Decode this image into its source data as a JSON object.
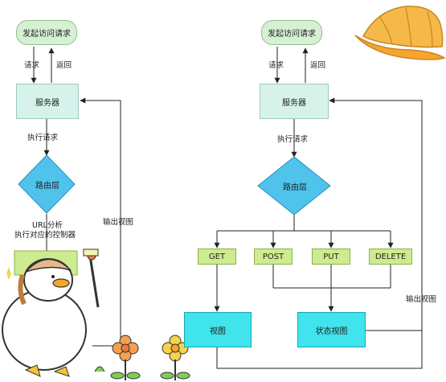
{
  "left": {
    "start": "发起访问请求",
    "request": "请求",
    "return": "返回",
    "server": "服务器",
    "execute": "执行请求",
    "router": "路由层",
    "url_line1": "URL分析",
    "url_line2": "执行对应的控制器",
    "output": "输出视图"
  },
  "right": {
    "start": "发起访问请求",
    "request": "请求",
    "return": "返回",
    "server": "服务器",
    "execute": "执行请求",
    "router": "路由层",
    "methods": [
      "GET",
      "POST",
      "PUT",
      "DELETE"
    ],
    "view": "视图",
    "state_view": "状态视图",
    "output": "输出视图"
  },
  "colors": {
    "start_fill": "#d6f0d3",
    "server_fill": "#d7f2ea",
    "router_fill": "#4fc3ec",
    "method_fill": "#cdeb8f",
    "view_fill": "#3fe4ec",
    "hat": "#f5b94a"
  },
  "decorations": [
    "hat-icon",
    "duck-mascot-icon",
    "flower-icon"
  ]
}
